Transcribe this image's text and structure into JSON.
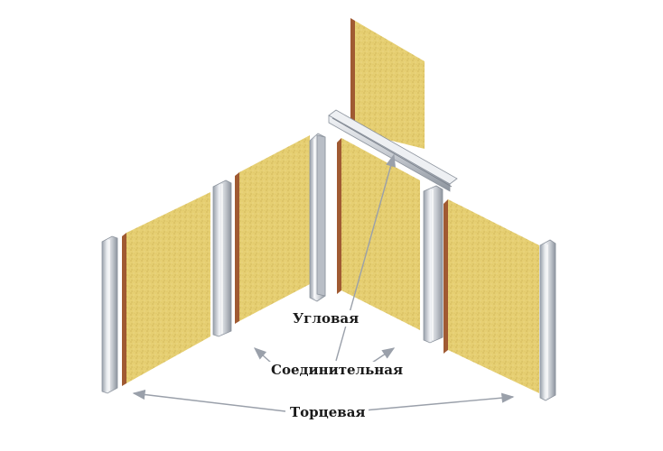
{
  "labels": {
    "corner": "Угловая",
    "connecting": "Соединительная",
    "end": "Торцевая"
  },
  "colors": {
    "panel_face": "#e6cf72",
    "panel_edge": "#a05a32",
    "profile_metal": "#c9cdd3",
    "profile_highlight": "#f2f4f7",
    "arrow": "#9aa0aa"
  }
}
